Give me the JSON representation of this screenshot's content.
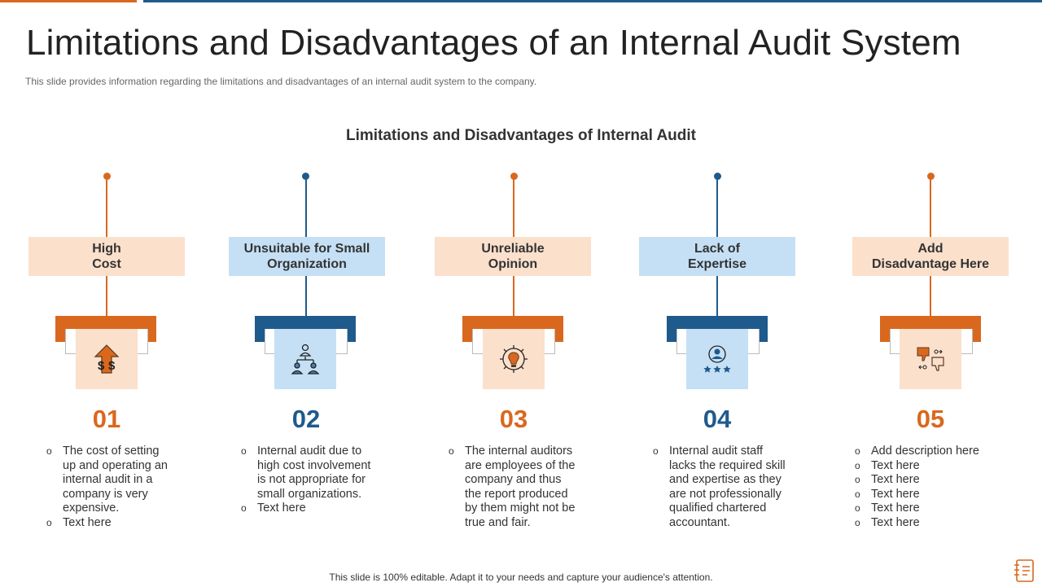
{
  "title": "Limitations and Disadvantages of an Internal Audit System",
  "subtitle": "This slide provides  information  regarding  the limitations and disadvantages  of an internal audit system to the company.",
  "section_title": "Limitations and Disadvantages of Internal Audit",
  "footer": "This slide is 100% editable. Adapt it to your needs and capture your audience's attention.",
  "colors": {
    "orange": "#d9681e",
    "blue": "#1f5a8c",
    "light_orange": "#fbe0cc",
    "light_blue": "#c5e0f5"
  },
  "items": [
    {
      "label_line1": "High",
      "label_line2": "Cost",
      "number": "01",
      "icon": "dollar-up-arrow-icon",
      "bullets": [
        "The cost of setting up and operating an internal audit in a company is very expensive.",
        "Text here"
      ]
    },
    {
      "label_line1": "Unsuitable for Small",
      "label_line2": "Organization",
      "number": "02",
      "icon": "org-chart-icon",
      "bullets": [
        "Internal audit due to high cost involvement is not appropriate for small organizations.",
        "Text here"
      ]
    },
    {
      "label_line1": "Unreliable",
      "label_line2": "Opinion",
      "number": "03",
      "icon": "gear-bulb-icon",
      "bullets": [
        "The internal auditors are employees of the company and thus the report produced by them might not be true and fair."
      ]
    },
    {
      "label_line1": "Lack of",
      "label_line2": "Expertise",
      "number": "04",
      "icon": "user-stars-icon",
      "bullets": [
        "Internal audit staff lacks the required skill and expertise as they are not professionally qualified chartered accountant."
      ]
    },
    {
      "label_line1": "Add",
      "label_line2": "Disadvantage Here",
      "number": "05",
      "icon": "thumbs-down-icon",
      "bullets": [
        "Add description here",
        "Text here",
        "Text here",
        "Text here",
        "Text here",
        "Text here"
      ]
    }
  ]
}
